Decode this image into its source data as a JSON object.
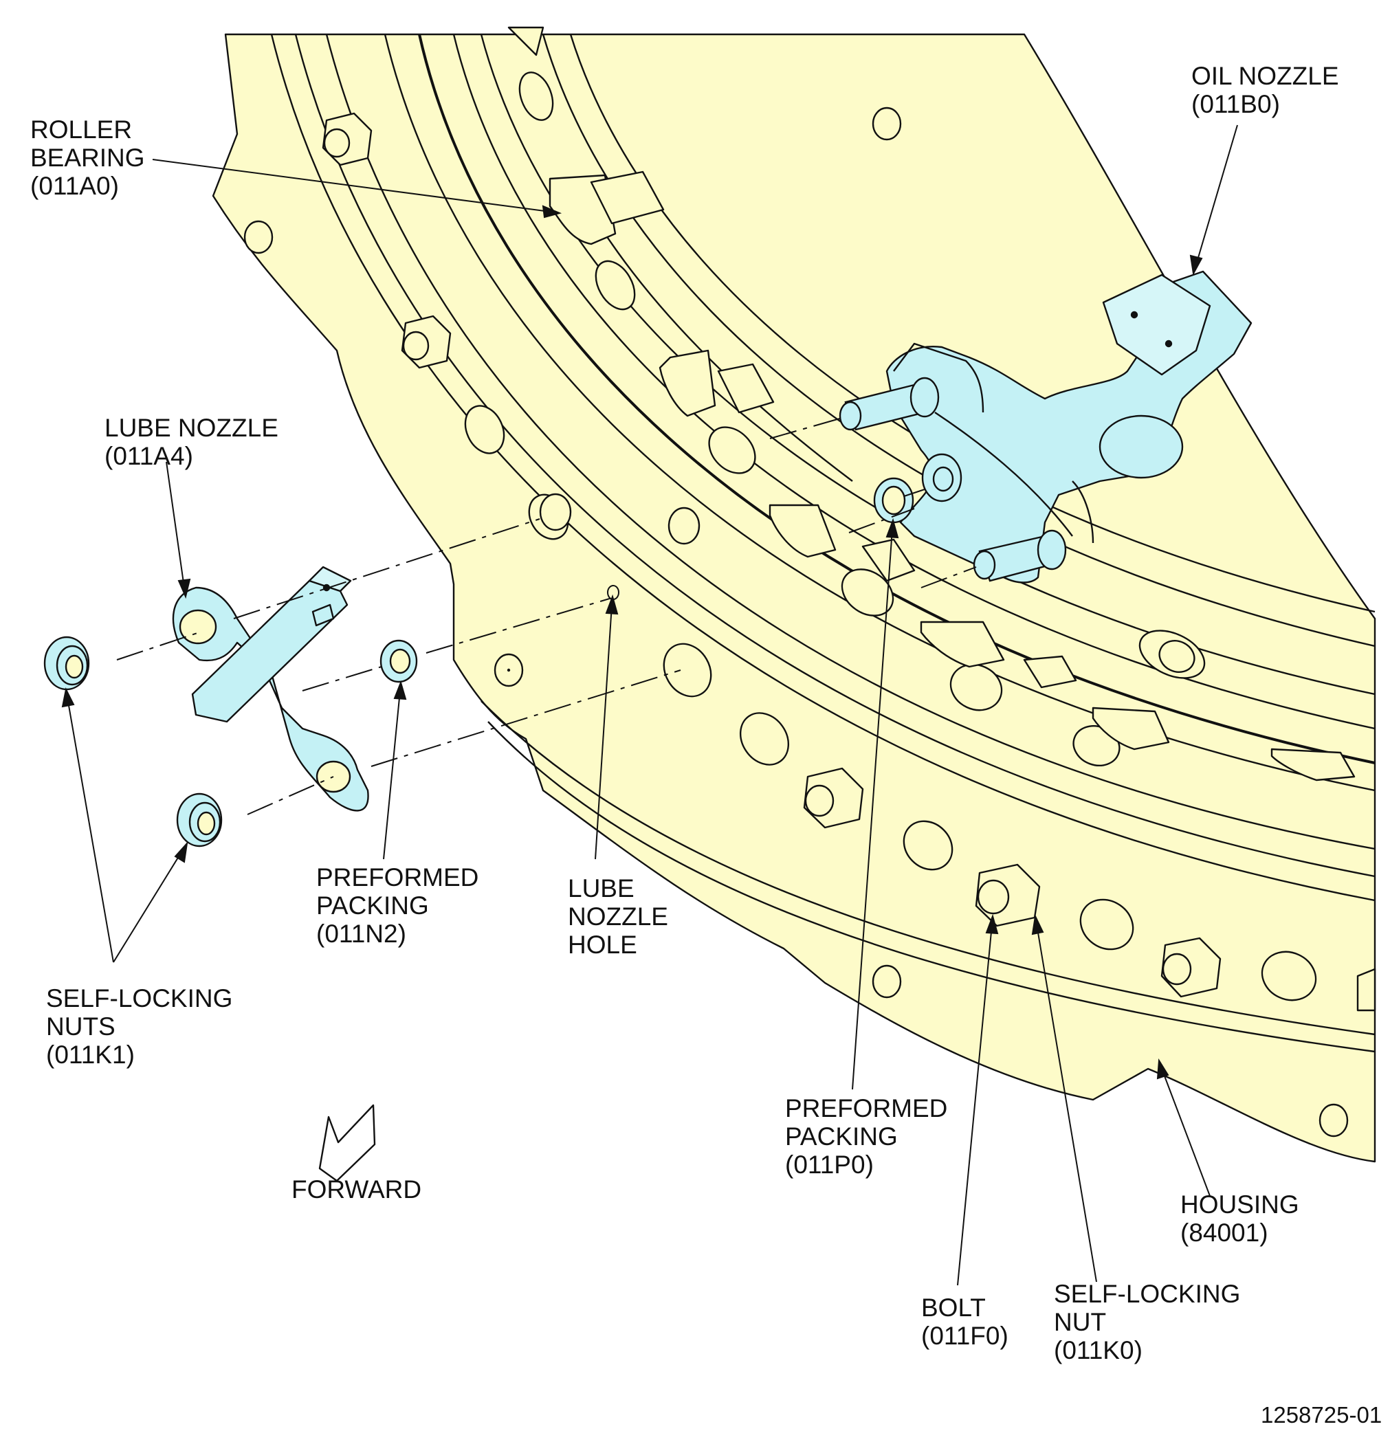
{
  "colors": {
    "housing_fill": "#fdfbc9",
    "part_fill": "#c4f1f5",
    "line": "#111111",
    "background": "#ffffff"
  },
  "labels": {
    "roller_bearing": [
      "ROLLER",
      "BEARING",
      "(011A0)"
    ],
    "oil_nozzle": [
      "OIL NOZZLE",
      "(011B0)"
    ],
    "lube_nozzle": [
      "LUBE NOZZLE",
      "(011A4)"
    ],
    "preformed_packing_n2": [
      "PREFORMED",
      "PACKING",
      "(011N2)"
    ],
    "lube_nozzle_hole": [
      "LUBE",
      "NOZZLE",
      "HOLE"
    ],
    "self_locking_nuts": [
      "SELF-LOCKING",
      "NUTS",
      "(011K1)"
    ],
    "forward": "FORWARD",
    "preformed_packing_p0": [
      "PREFORMED",
      "PACKING",
      "(011P0)"
    ],
    "housing": [
      "HOUSING",
      "(84001)"
    ],
    "bolt": [
      "BOLT",
      "(011F0)"
    ],
    "self_locking_nut": [
      "SELF-LOCKING",
      "NUT",
      "(011K0)"
    ]
  },
  "figure_id": "1258725-01"
}
